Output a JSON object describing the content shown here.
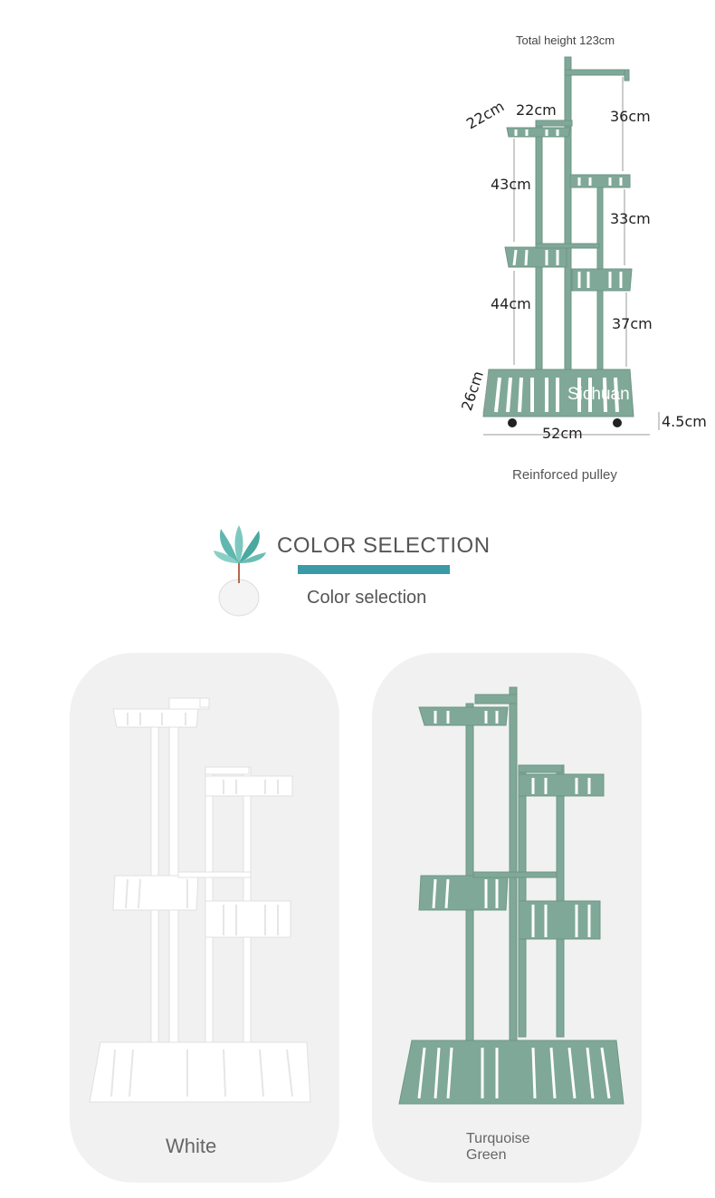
{
  "diagram": {
    "total_height": "Total height 123cm",
    "dims": {
      "top_width": "22cm",
      "top_depth": "22cm",
      "right_top": "36cm",
      "left_upper": "43cm",
      "right_middle": "33cm",
      "left_lower": "44cm",
      "right_lower": "37cm",
      "base_depth": "26cm",
      "wheel_height": "4.5cm",
      "base_width": "52cm"
    },
    "watermark": "Sichuan",
    "caption": "Reinforced pulley",
    "colors": {
      "rack": "#7fa898",
      "rack_dark": "#6d9686",
      "guide": "#999999"
    }
  },
  "section": {
    "title": "COLOR SELECTION",
    "subtitle": "Color selection",
    "accent": "#3a9aa6",
    "icon": "succulent-pot-icon"
  },
  "options": [
    {
      "label": "White",
      "color": "#ffffff"
    },
    {
      "label_line1": "Turquoise",
      "label_line2": "Green",
      "color": "#7fa898"
    }
  ]
}
